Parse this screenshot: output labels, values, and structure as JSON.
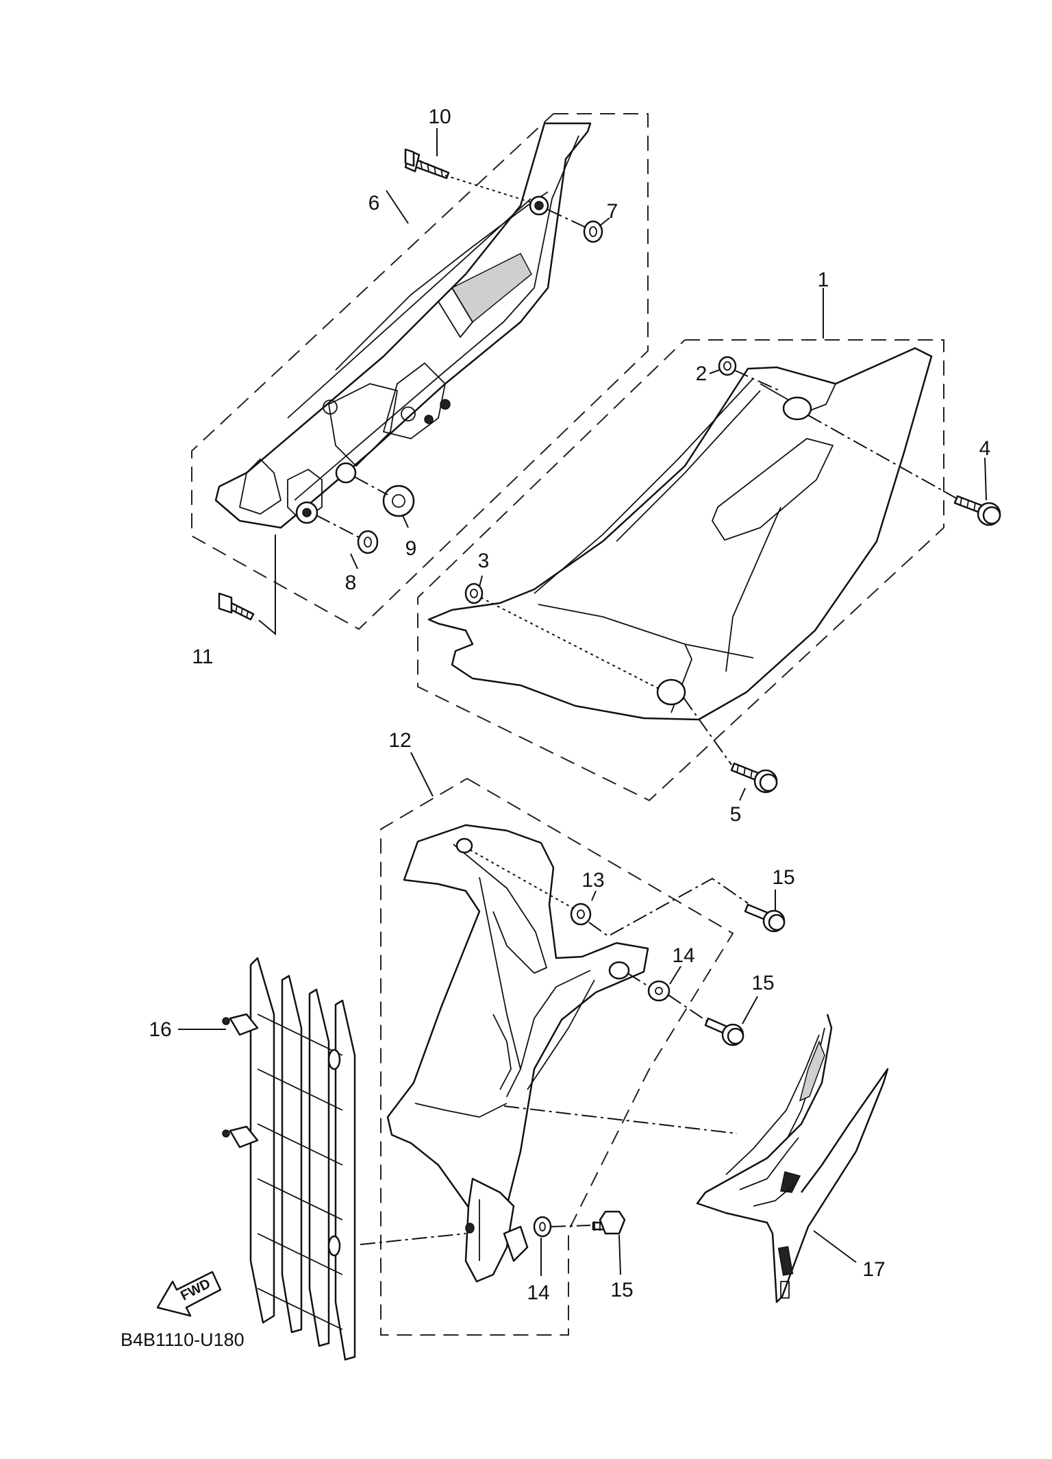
{
  "diagram": {
    "code": "B4B1110-U180",
    "direction_label": "FWD",
    "callouts": {
      "p1": "1",
      "p2": "2",
      "p3": "3",
      "p4": "4",
      "p5": "5",
      "p6": "6",
      "p7": "7",
      "p8": "8",
      "p9": "9",
      "p10": "10",
      "p11": "11",
      "p12": "12",
      "p13": "13",
      "p14a": "14",
      "p14b": "14",
      "p15a": "15",
      "p15b": "15",
      "p15c": "15",
      "p16": "16",
      "p17": "17"
    }
  }
}
